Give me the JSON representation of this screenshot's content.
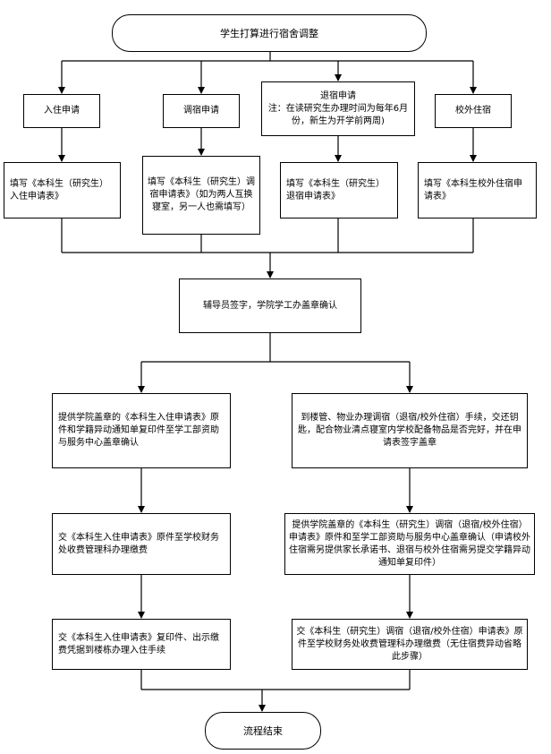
{
  "start": "学生打算进行宿舍调整",
  "categories": {
    "checkin": "入住申请",
    "swap": "调宿申请",
    "checkout_title": "退宿申请",
    "checkout_note": "注：在读研究生办理时间为每年6月份，新生为开学前两周)",
    "offcampus": "校外住宿"
  },
  "forms": {
    "checkin": "填写《本科生（研究生）入住申请表》",
    "swap": "填写《本科生（研究生）调宿申请表》（如为两人互换寝室，另一人也需填写）",
    "checkout": "填写《本科生（研究生）退宿申请表》",
    "offcampus": "填写《本科生校外住宿申请表》"
  },
  "merge": "辅导员签字，学院学工办盖章确认",
  "left_branch": {
    "step1": "提供学院盖章的《本科生入住申请表》原件和学籍异动通知单复印件至学工部资助与服务中心盖章确认",
    "step2": "交《本科生入住申请表》原件至学校财务处收费管理科办理缴费",
    "step3": "交《本科生入住申请表》复印件、出示缴费凭据到楼栋办理入住手续"
  },
  "right_branch": {
    "step1": "到楼管、物业办理调宿（退宿/校外住宿）手续，交还钥匙，配合物业清点寝室内学校配备物品是否完好，并在申请表签字盖章",
    "step2": "提供学院盖章的《本科生（研究生）调宿（退宿/校外住宿）申请表》原件和至学工部资助与服务中心盖章确认（申请校外住宿需另提供家长承诺书、退宿与校外住宿需另提交学籍异动通知单复印件）",
    "step3": "交《本科生（研究生）调宿（退宿/校外住宿）申请表》原件至学校财务处收费管理科办理缴费（无住宿费异动省略此步骤）"
  },
  "end": "流程结束"
}
